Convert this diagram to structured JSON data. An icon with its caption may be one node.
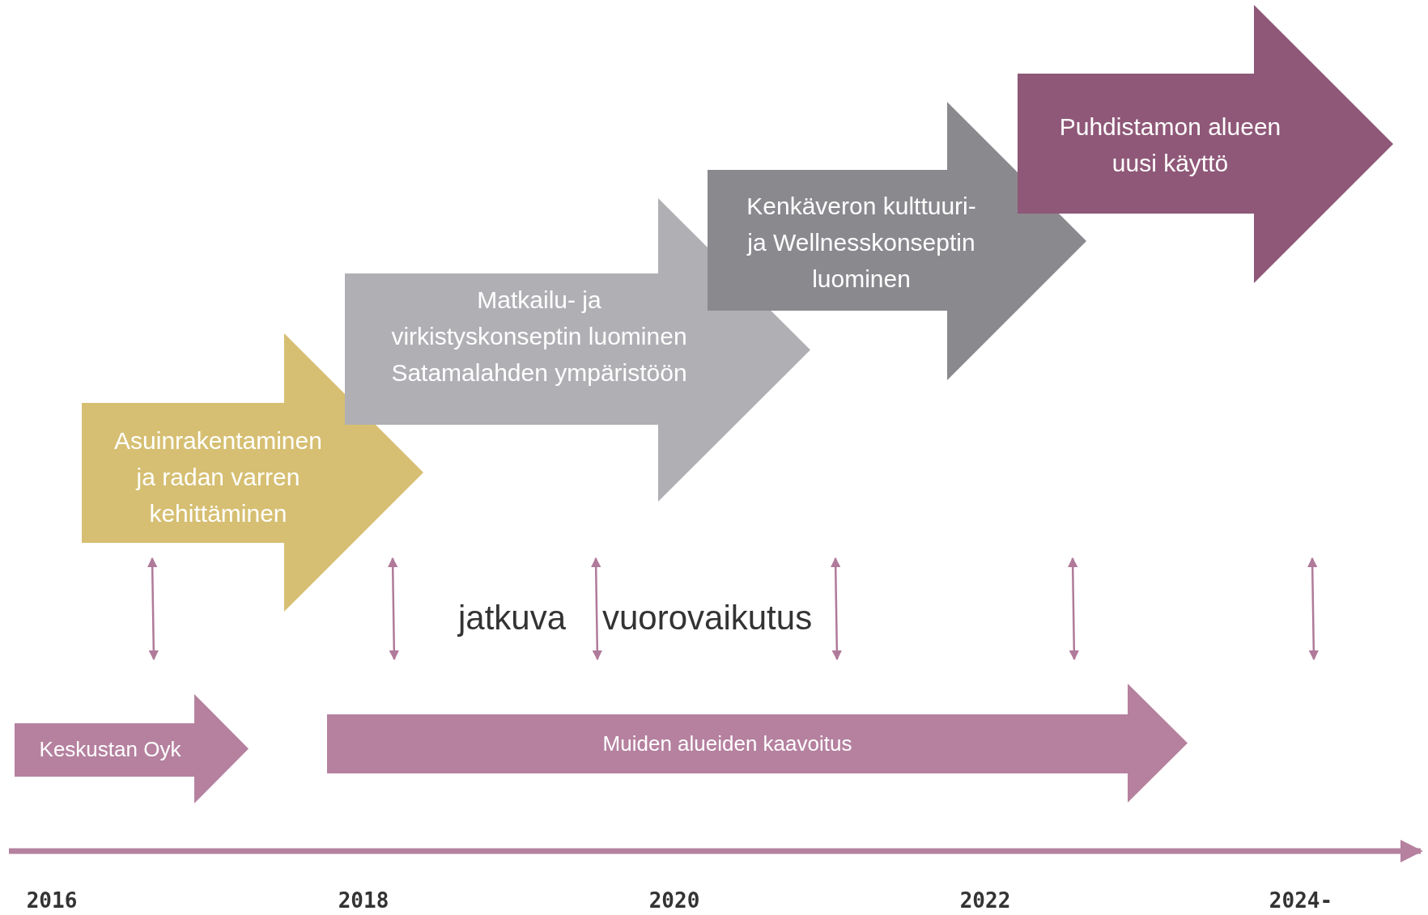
{
  "diagram": {
    "nodes": [
      {
        "text": [
          "Asuinrakentaminen ja radan varren kehittäminen"
        ]
      },
      {
        "text": [
          "Matkailu- ja virkistyskonseptin luominen Satamalahden ympäristöön"
        ]
      },
      {
        "text": [
          "Kenkäveron kulttuuri- ja Wellnesskonseptin luominen"
        ]
      },
      {
        "text": [
          "Puhdistamon alueen uusi käyttö"
        ]
      },
      {
        "text": [
          "Keskustan Oyk"
        ]
      },
      {
        "text": [
          "Muiden alueiden kaavoitus"
        ]
      }
    ],
    "labels": [
      "jatkuva",
      "vuorovaikutus",
      "2016",
      "2018",
      "2020",
      "2022",
      "2024-"
    ]
  }
}
